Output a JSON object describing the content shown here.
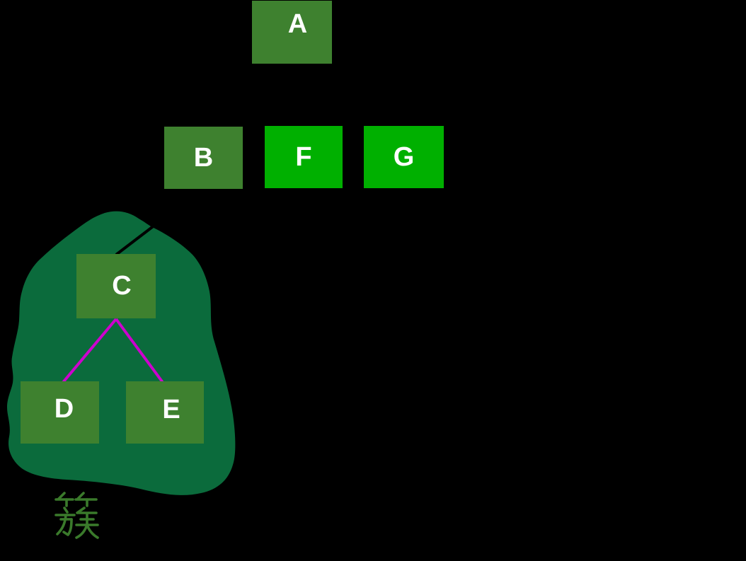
{
  "colors": {
    "background": "#000000",
    "node_green": "#3E812F",
    "bright_green": "#00B000",
    "cluster_green": "#0B6B3C",
    "edge_magenta": "#CE00CE",
    "edge_black": "#000000",
    "label_green": "#3A7A2B",
    "text_white": "#FFFFFF"
  },
  "nodes": {
    "a": {
      "label": "A"
    },
    "b": {
      "label": "B"
    },
    "f": {
      "label": "F"
    },
    "g": {
      "label": "G"
    },
    "c": {
      "label": "C"
    },
    "d": {
      "label": "D"
    },
    "e": {
      "label": "E"
    }
  },
  "edges": [
    {
      "from": "B",
      "to": "C",
      "color": "black"
    },
    {
      "from": "C",
      "to": "D",
      "color": "magenta"
    },
    {
      "from": "C",
      "to": "E",
      "color": "magenta"
    }
  ],
  "cluster": {
    "label": "簇",
    "members": [
      "C",
      "D",
      "E"
    ]
  }
}
